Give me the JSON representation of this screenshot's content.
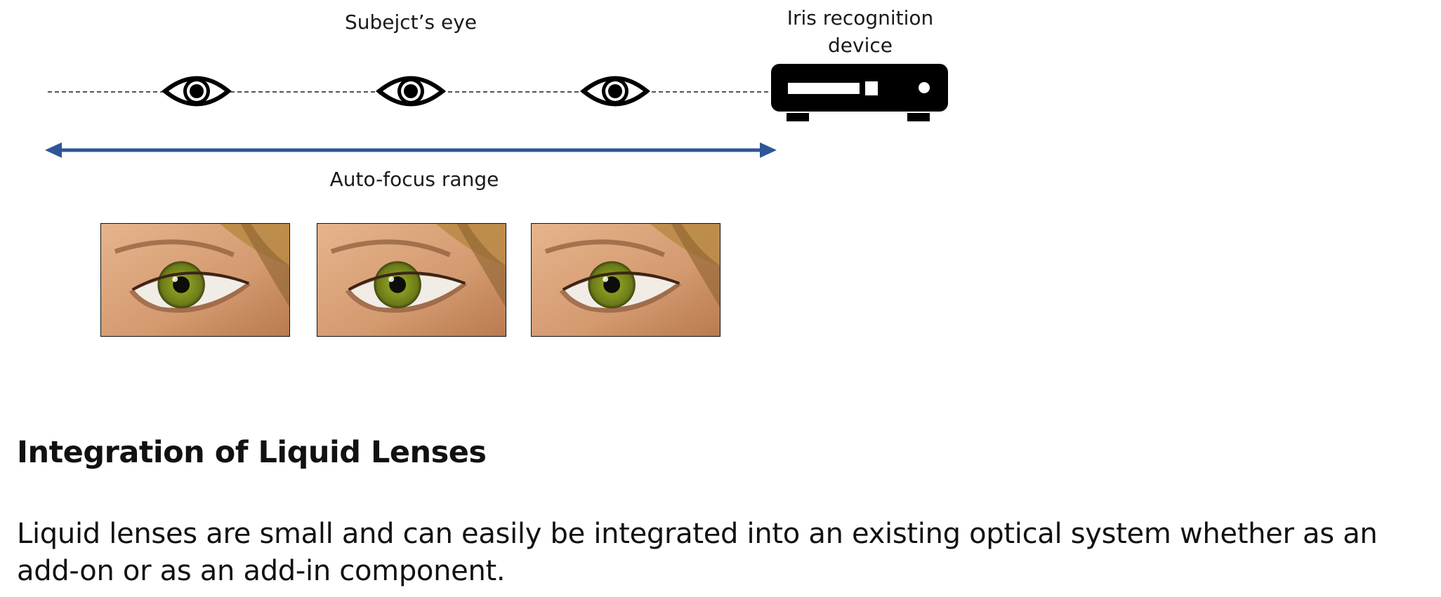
{
  "diagram": {
    "subject_label": "Subejct’s eye",
    "device_label_line1": "Iris recognition",
    "device_label_line2": "device",
    "range_label": "Auto-focus range",
    "icons": {
      "eye_positions": [
        "eye-icon",
        "eye-icon",
        "eye-icon"
      ],
      "device": "iris-scanner-device-icon",
      "range": "double-arrow"
    },
    "colors": {
      "arrow": "#2f5597",
      "icon": "#000000",
      "axis": "#555555",
      "iris_green": "#7a8a1e",
      "skin": "#d9a47e",
      "hair": "#b98a45"
    }
  },
  "section": {
    "heading": "Integration of Liquid Lenses",
    "body": "Liquid lenses are small and can easily be integrated into an existing optical system whether as an add-on or as an add-in component."
  }
}
